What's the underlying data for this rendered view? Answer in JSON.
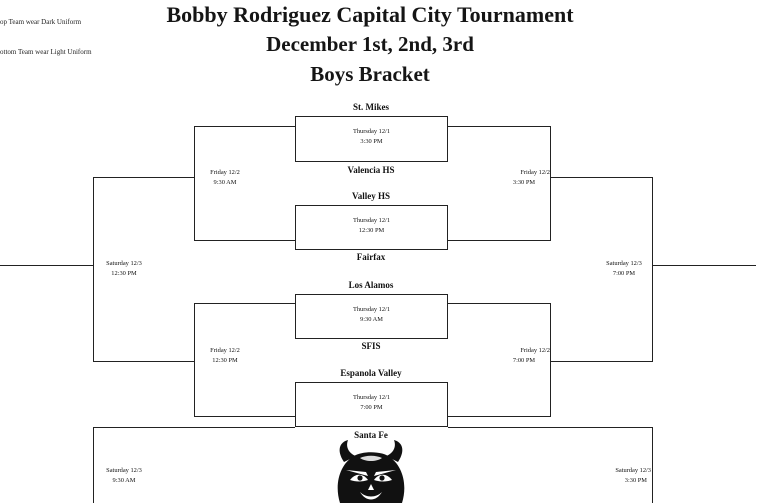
{
  "notes": {
    "top": "op Team wear Dark Uniform",
    "bottom": "ottom Team wear Light Uniform"
  },
  "title": {
    "line1": "Bobby Rodriguez Capital City Tournament",
    "line2": "December 1st, 2nd, 3rd",
    "line3": "Boys Bracket"
  },
  "games": [
    {
      "top": "St. Mikes",
      "bottom": "Valencia HS",
      "day": "Thursday 12/1",
      "time": "3:30 PM"
    },
    {
      "top": "Valley HS",
      "bottom": "Fairfax",
      "day": "Thursday 12/1",
      "time": "12:30 PM"
    },
    {
      "top": "Los Alamos",
      "bottom": "SFIS",
      "day": "Thursday 12/1",
      "time": "9:30 AM"
    },
    {
      "top": "Espanola Valley",
      "bottom": "Santa Fe",
      "day": "Thursday 12/1",
      "time": "7:00 PM"
    }
  ],
  "left": [
    {
      "day": "Friday 12/2",
      "time": "9:30 AM"
    },
    {
      "day": "Friday 12/2",
      "time": "12:30 PM"
    },
    {
      "day": "Saturday 12/3",
      "time": "12:30 PM"
    },
    {
      "day": "Saturday 12/3",
      "time": "9:30 AM"
    }
  ],
  "right": [
    {
      "day": "Friday 12/2",
      "time": "3:30 PM"
    },
    {
      "day": "Friday 12/2",
      "time": "7:00 PM"
    },
    {
      "day": "Saturday 12/3",
      "time": "7:00 PM"
    },
    {
      "day": "Saturday 12/3",
      "time": "3:30 PM"
    }
  ],
  "logo": {
    "icon": "devil-mascot-icon"
  }
}
